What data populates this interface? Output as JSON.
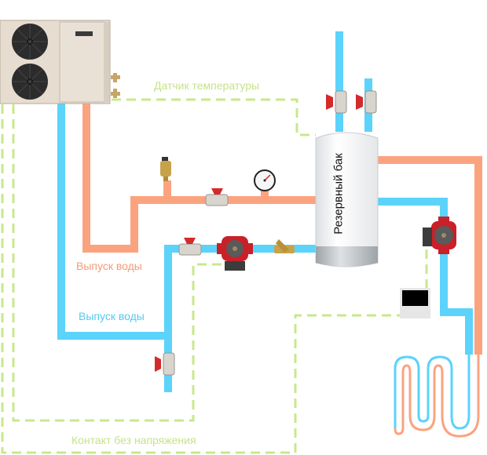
{
  "diagram": {
    "title": "Heat pump heating scheme with buffer tank",
    "labels": {
      "temperature_sensor": "Датчик температуры",
      "hot_outlet": "Выпуск воды",
      "cold_outlet": "Выпуск воды",
      "dry_contact": "Контакт без напряжения",
      "buffer_tank": "Резервный бак"
    },
    "colors": {
      "hot_pipe": "#fba37f",
      "cold_pipe": "#5bd3fb",
      "signal_line": "#c8e88e",
      "valve_handle": "#d42a2a",
      "pump_body": "#c9202a",
      "brass": "#c8a24a",
      "unit_body": "#e6ddd0",
      "fan": "#2c2c2c"
    },
    "components": [
      {
        "name": "heat-pump-unit",
        "type": "outdoor unit",
        "fans": 2
      },
      {
        "name": "buffer-tank",
        "type": "tank"
      },
      {
        "name": "air-vent",
        "type": "automatic air vent"
      },
      {
        "name": "pressure-gauge",
        "type": "manometer"
      },
      {
        "name": "ball-valve",
        "count": 4
      },
      {
        "name": "circulation-pump",
        "count": 2
      },
      {
        "name": "y-strainer",
        "type": "filter"
      },
      {
        "name": "room-thermostat",
        "type": "controller"
      },
      {
        "name": "underfloor-heating-loop",
        "type": "floor heating"
      }
    ]
  }
}
